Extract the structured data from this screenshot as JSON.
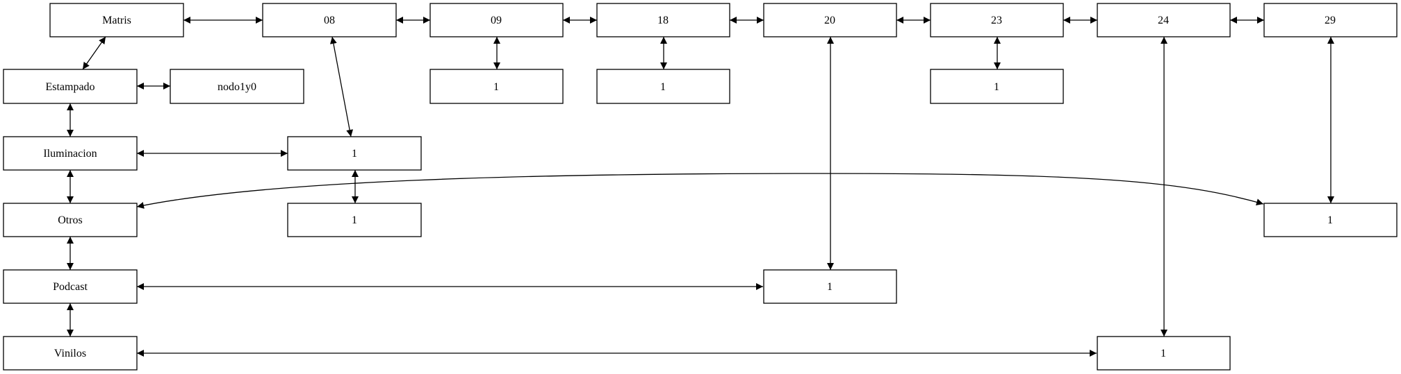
{
  "nodes": {
    "matris": "Matris",
    "h08": "08",
    "h09": "09",
    "h18": "18",
    "h20": "20",
    "h23": "23",
    "h24": "24",
    "h29": "29",
    "estampado": "Estampado",
    "nodo1y0": "nodo1y0",
    "c09_estampado": "1",
    "c18_estampado": "1",
    "c23_estampado": "1",
    "iluminacion": "Iluminacion",
    "c08_iluminacion": "1",
    "otros": "Otros",
    "c08_otros": "1",
    "c29_otros": "1",
    "podcast": "Podcast",
    "c20_podcast": "1",
    "vinilos": "Vinilos",
    "c24_vinilos": "1"
  }
}
